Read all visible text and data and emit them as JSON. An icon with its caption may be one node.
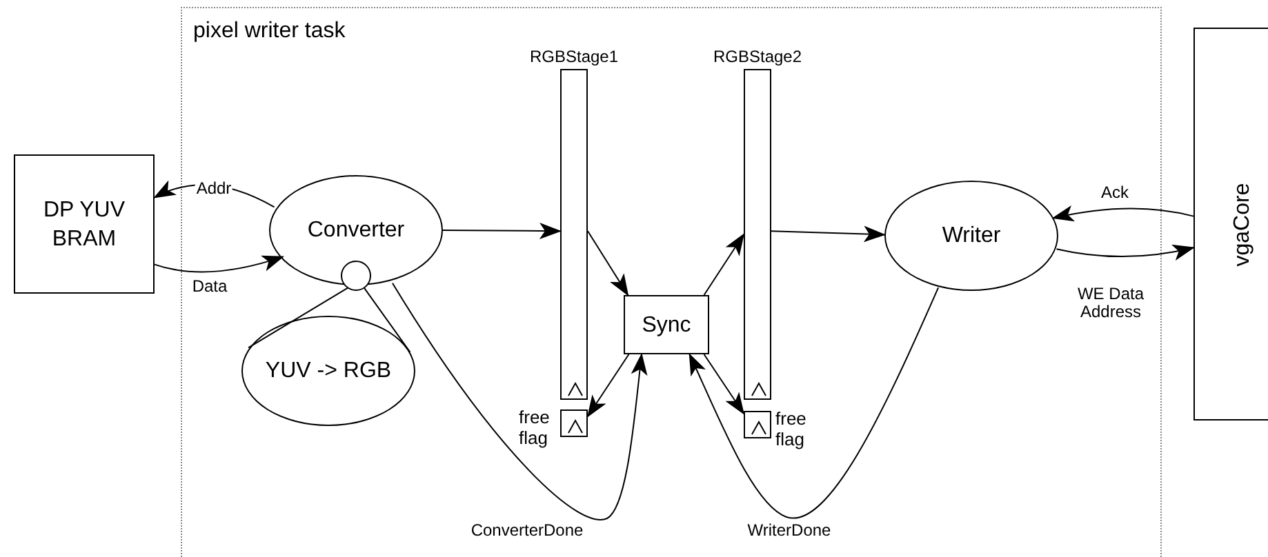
{
  "diagram": {
    "nodes": [
      {
        "text": [
          "pixel writer task"
        ]
      },
      {
        "text": [
          "DP YUV BRAM"
        ]
      },
      {
        "text": [
          "Converter"
        ],
        "in": 0
      },
      {
        "text": [],
        "shape": "circle",
        "in": 2
      },
      {
        "text": [
          "YUV -> RGB"
        ],
        "in": 0
      },
      {
        "text": [
          "RGBStage1"
        ],
        "in": 0
      },
      {
        "text": [
          "free flag"
        ],
        "in": 0
      },
      {
        "text": [
          "Sync"
        ],
        "in": 0
      },
      {
        "text": [
          "RGBStage2"
        ],
        "in": 0
      },
      {
        "text": [
          "free flag"
        ],
        "in": 0
      },
      {
        "text": [
          "Writer"
        ],
        "in": 0
      },
      {
        "text": [
          "vgaCore"
        ]
      }
    ],
    "edges": [
      {
        "from": 2,
        "to": 1,
        "arrow": "to",
        "label": "Addr"
      },
      {
        "from": 1,
        "to": 2,
        "arrow": "to",
        "label": "Data"
      },
      {
        "from": 2,
        "to": 5,
        "arrow": "to"
      },
      {
        "from": 5,
        "to": 7,
        "arrow": "to"
      },
      {
        "from": 7,
        "to": 8,
        "arrow": "to"
      },
      {
        "from": 8,
        "to": 10,
        "arrow": "to"
      },
      {
        "from": 11,
        "to": 10,
        "arrow": "to",
        "label": "Ack"
      },
      {
        "from": 10,
        "to": 11,
        "arrow": "to",
        "label": "WE Data Address"
      },
      {
        "from": 7,
        "to": 6,
        "arrow": "to"
      },
      {
        "from": 7,
        "to": 9,
        "arrow": "to"
      },
      {
        "from": 2,
        "to": 7,
        "arrow": "to",
        "label": "ConverterDone"
      },
      {
        "from": 10,
        "to": 7,
        "arrow": "to",
        "label": "WriterDone"
      },
      {
        "from": 3,
        "to": 4,
        "arrow": "none"
      },
      {
        "from": 3,
        "to": 4,
        "arrow": "none"
      }
    ]
  }
}
